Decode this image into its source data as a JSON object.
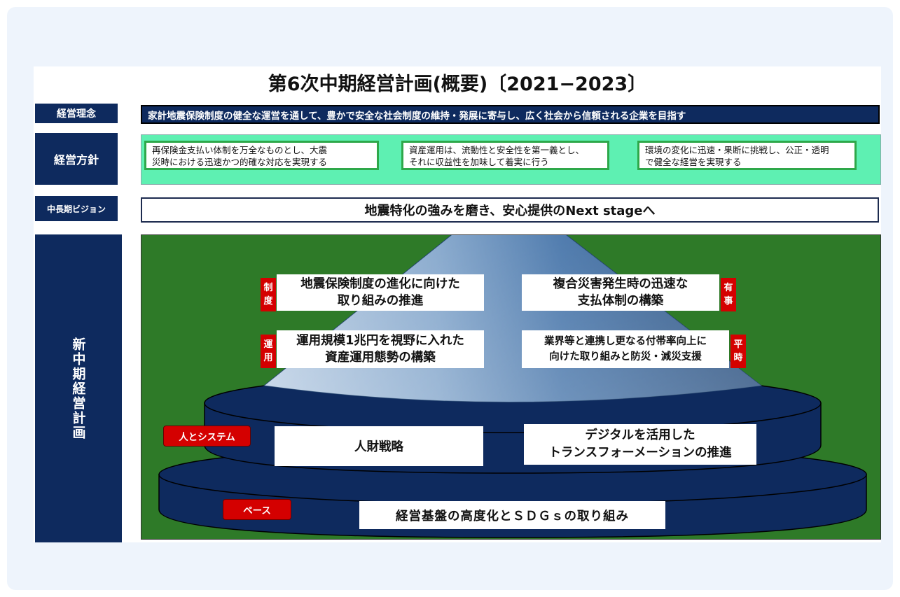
{
  "title": "第6次中期経営計画(概要)〔2021−2023〕",
  "labels": {
    "philosophy": "経営理念",
    "policy": "経営方針",
    "vision": "中長期ビジョン",
    "plan": "新中期経営計画"
  },
  "philosophy_text": "家計地震保険制度の健全な運営を通して、豊かで安全な社会制度の維持・発展に寄与し、広く社会から信頼される企業を目指す",
  "policies": [
    {
      "line1": "再保険金支払い体制を万全なものとし、大震",
      "line2": "災時における迅速かつ的確な対応を実現する"
    },
    {
      "line1": "資産運用は、流動性と安全性を第一義とし、",
      "line2": "それに収益性を加味して着実に行う"
    },
    {
      "line1": "環境の変化に迅速・果断に挑戦し、公正・透明",
      "line2": "で健全な経営を実現する"
    }
  ],
  "vision_text": "地震特化の強みを磨き、安心提供のNext stageへ",
  "plan": {
    "items": [
      {
        "tag": "制度",
        "line1": "地震保険制度の進化に向けた",
        "line2": "取り組みの推進"
      },
      {
        "tag": "有事",
        "line1": "複合災害発生時の迅速な",
        "line2": "支払体制の構築"
      },
      {
        "tag": "運用",
        "line1": "運用規模1兆円を視野に入れた",
        "line2": "資産運用態勢の構築"
      },
      {
        "tag": "平時",
        "line1": "業界等と連携し更なる付帯率向上に",
        "line2": "向けた取り組みと防災・減災支援"
      }
    ],
    "people_tag": "人とシステム",
    "people_items": [
      {
        "line1": "人財戦略",
        "line2": ""
      },
      {
        "line1": "デジタルを活用した",
        "line2": "トランスフォーメーションの推進"
      }
    ],
    "base_tag": "ベース",
    "base_text": "経営基盤の高度化とＳＤＧｓの取り組み"
  },
  "colors": {
    "navy": "#0e2a5e",
    "policy_green": "#5ef0b2",
    "plan_green": "#2e7a28",
    "tag_red": "#d40000",
    "cone_blue": "#4f80b5"
  }
}
